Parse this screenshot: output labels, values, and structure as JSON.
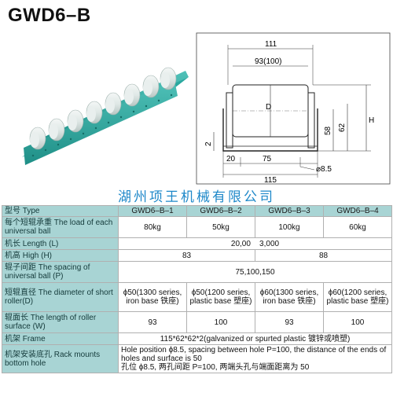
{
  "title": "GWD6–B",
  "company": "湖州项王机械有限公司",
  "drawing": {
    "dim_111": "111",
    "dim_93": "93(100)",
    "dim_D": "D",
    "dim_58": "58",
    "dim_62": "62",
    "dim_H": "H",
    "dim_2": "2",
    "dim_20": "20",
    "dim_75": "75",
    "dim_115": "115",
    "dim_hole": "⌀8.5"
  },
  "table": {
    "header": {
      "label": "型号 Type",
      "models": [
        "GWD6–B–1",
        "GWD6–B–2",
        "GWD6–B–3",
        "GWD6–B–4"
      ]
    },
    "rows": {
      "load": {
        "label": "每个短辊承重 The load of each universal ball",
        "values": [
          "80kg",
          "50kg",
          "100kg",
          "60kg"
        ]
      },
      "length": {
        "label": "机长 Length (L)",
        "value": "20,00    3,000"
      },
      "height": {
        "label": "机高 High (H)",
        "values": [
          "83",
          "88"
        ]
      },
      "spacing": {
        "label": "辊子间距 The spacing of universal ball (P)",
        "value": "75,100,150"
      },
      "diameter": {
        "label": "短辊直径 The diameter of short roller(D)",
        "values": [
          "ϕ50(1300 series, iron base 铁座)",
          "ϕ50(1200 series, plastic base 塑座)",
          "ϕ60(1300 series, iron base 铁座)",
          "ϕ60(1200 series, plastic base 塑座)"
        ]
      },
      "roller_length": {
        "label": "辊面长 The length of roller surface (W)",
        "values": [
          "93",
          "100",
          "93",
          "100"
        ]
      },
      "frame": {
        "label": "机架 Frame",
        "value": "115*62*62*2(galvanized or spurted plastic 镀锌或喷塑)"
      },
      "mount": {
        "label": "机架安装底孔 Rack mounts bottom hole",
        "value_en": "Hole position ϕ8.5, spacing between hole P=100, the distance of the ends of holes and surface is 50",
        "value_cn": "孔位 ϕ8.5, 两孔间距 P=100, 两端头孔与端面距离为 50"
      }
    }
  }
}
